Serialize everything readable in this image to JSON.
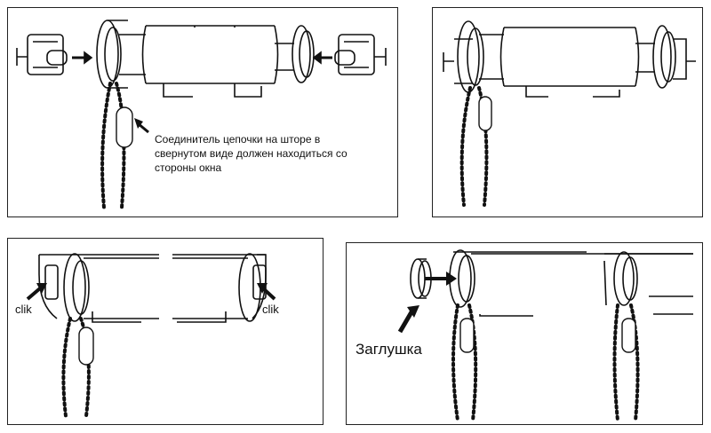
{
  "panel1": {
    "note": "Соединитель цепочки на шторе в свернутом виде должен находиться со стороны окна"
  },
  "panel3": {
    "click_left": "clik",
    "click_right": "clik"
  },
  "panel4": {
    "cap_label": "Заглушка"
  }
}
